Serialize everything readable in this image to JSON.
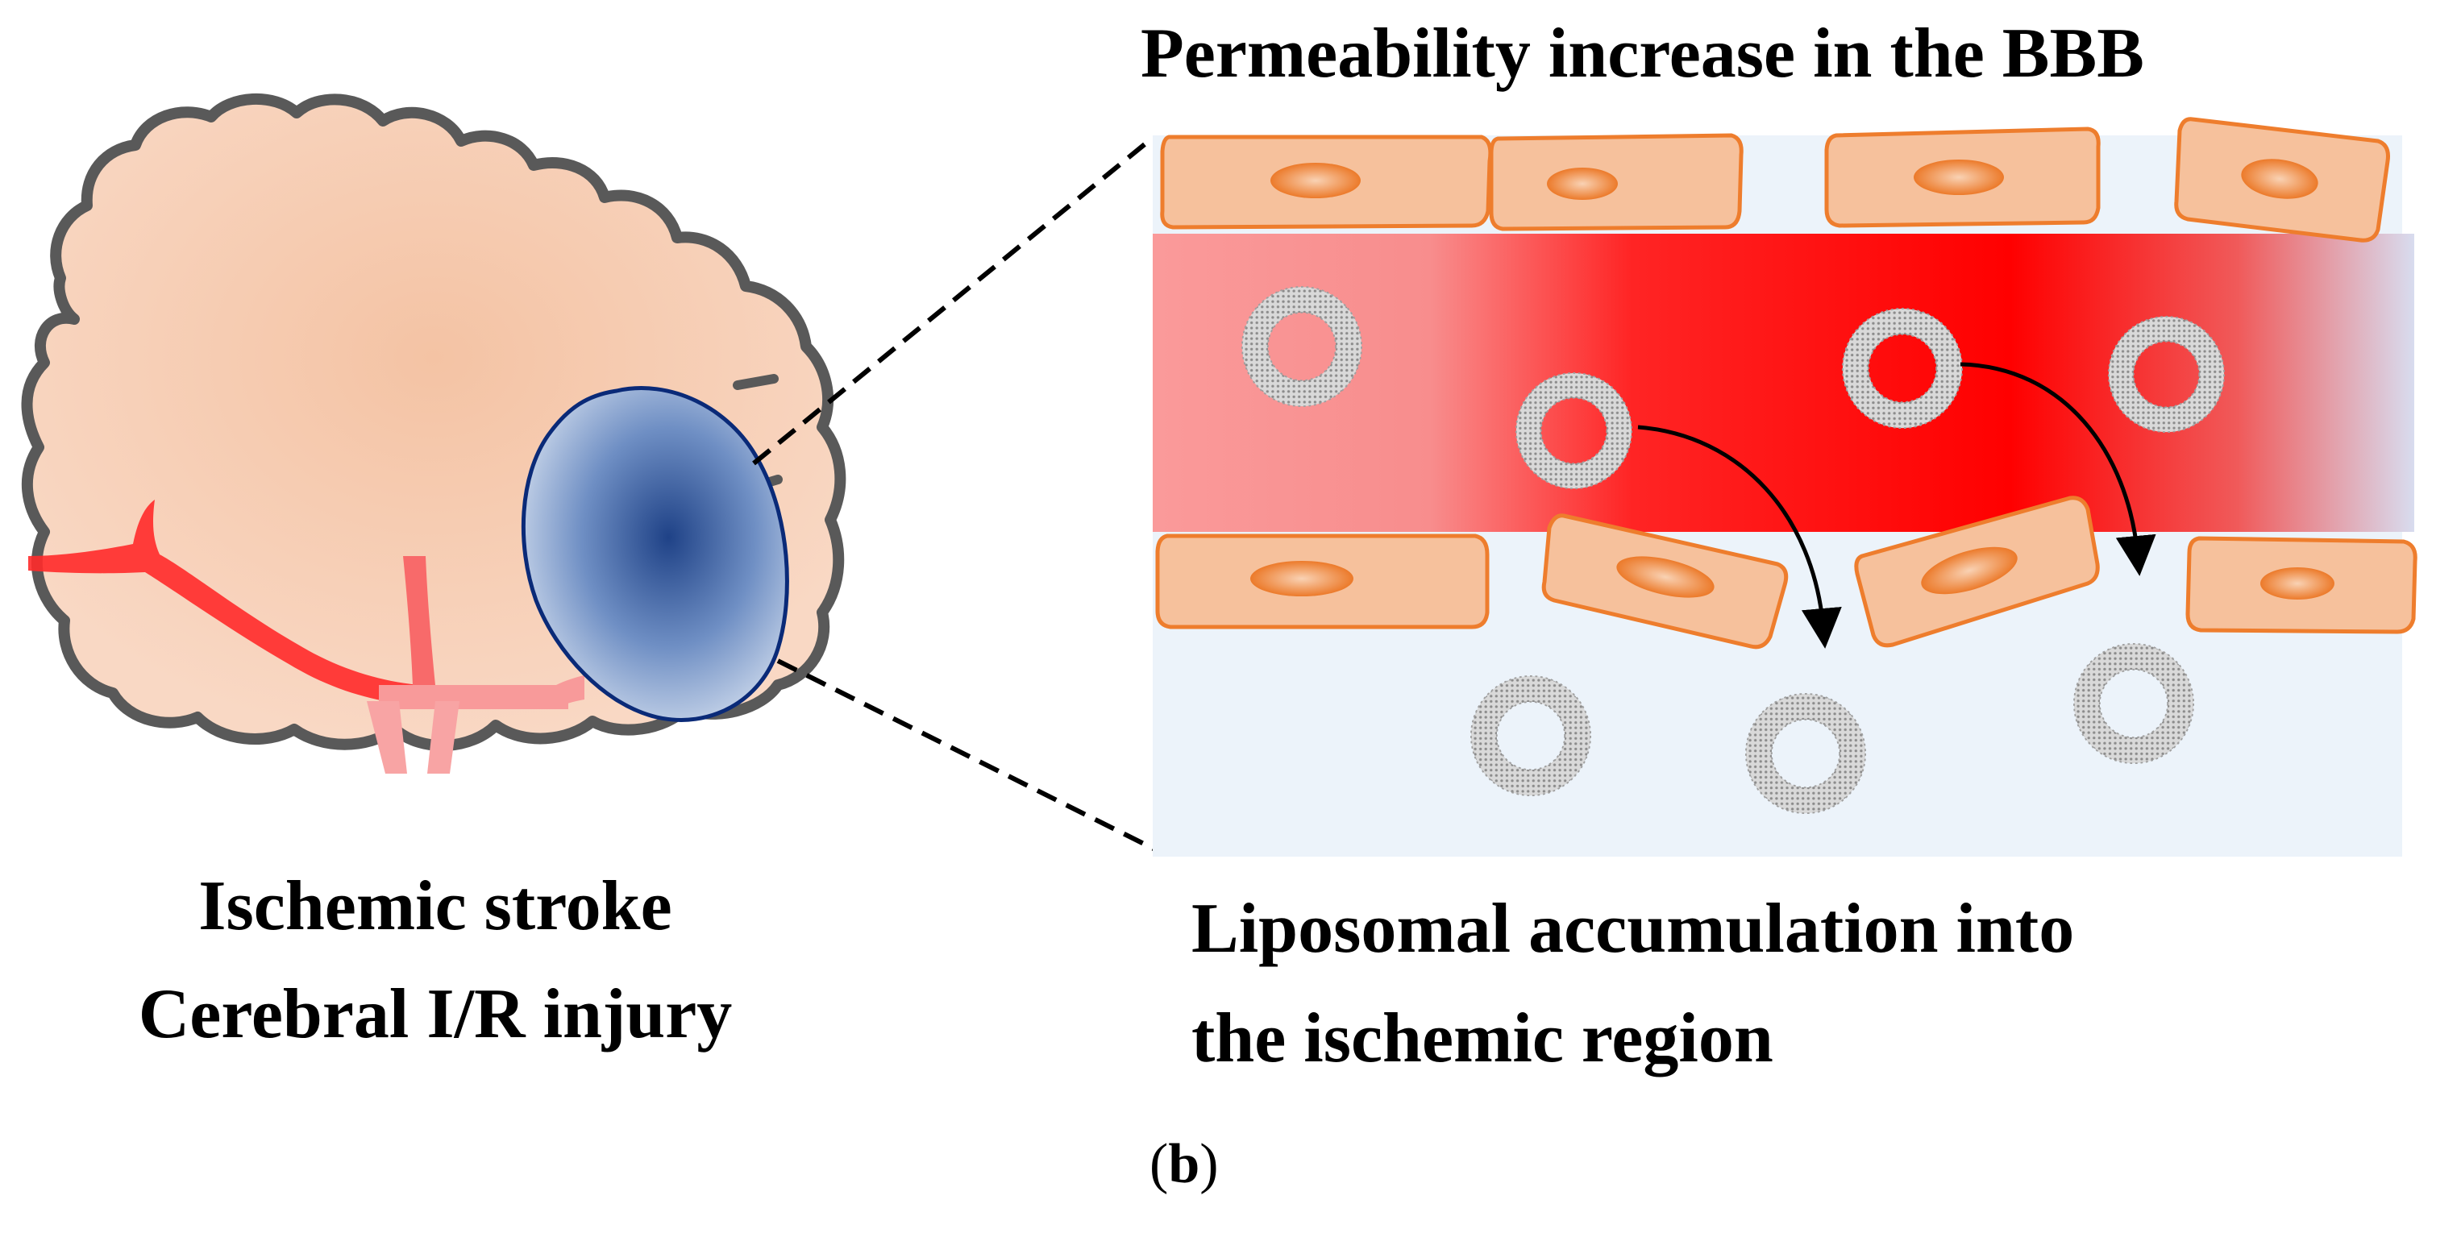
{
  "figure": {
    "panel_label": "b",
    "brain": {
      "caption_line1": "Ischemic stroke",
      "caption_line2": "Cerebral I/R injury"
    },
    "zoom": {
      "title": "Permeability increase in the BBB",
      "caption_line1": "Liposomal accumulation into",
      "caption_line2": "the ischemic region"
    }
  },
  "colors": {
    "brain_fill": "#f8cdb2",
    "brain_outline": "#5a5a5a",
    "ischemic_center": "#2a4d8f",
    "ischemic_edge": "#c9d6ea",
    "vessel_red": "#ff1a1a",
    "vessel_light": "#f8a0a0",
    "endothelial_fill": "#f6c19c",
    "endothelial_outline": "#ee7d2d",
    "nucleus": "#ee7d2d",
    "tissue_bg": "#ecf3fa",
    "liposome": "#9a9a9a"
  },
  "icons": [
    "brain-section",
    "ischemic-lesion",
    "blood-vessel",
    "endothelial-cell",
    "liposome",
    "arrow"
  ]
}
